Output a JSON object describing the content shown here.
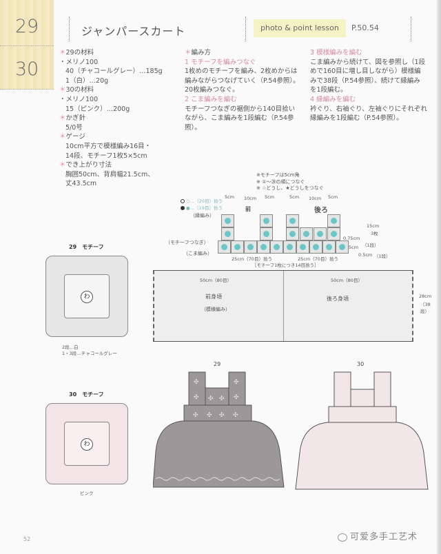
{
  "gutter": {
    "numbers": [
      "29",
      "30"
    ]
  },
  "header": {
    "title": "ジャンパースカート",
    "lesson_label": "photo & point lesson",
    "page_ref": "P.50.54"
  },
  "materials": {
    "m29_head": "29の材料",
    "m29_yarn": "メリノ100",
    "m29_line1": "40（チャコールグレー）…185g",
    "m29_line2": "1（白）…20g",
    "m30_head": "30の材料",
    "m30_yarn": "メリノ100",
    "m30_line1": "15（ピンク）…200g",
    "hook_head": "かぎ針",
    "hook_val": "5/0号",
    "gauge_head": "ゲージ",
    "gauge_line1": "10cm平方で模様編み16目・",
    "gauge_line2": "14段、モチーフ1枚5×5cm",
    "size_head": "でき上がり寸法",
    "size_line1": "胸囲50cm、背肩幅21.5cm、",
    "size_line2": "丈43.5cm"
  },
  "method": {
    "head": "編み方",
    "s1_title": "1 モチーフを編みつなぐ",
    "s1_l1": "1枚めのモチーフを編み、2枚めからは",
    "s1_l2": "編みながらつなげていく（P.54参照）。",
    "s1_l3": "20枚編みつなぐ。",
    "s2_title": "2 こま編みを編む",
    "s2_l1": "モチーフつなぎの裾側から140目拾い",
    "s2_l2": "ながら、こま編みを1段編む（P.54参",
    "s2_l3": "照）。",
    "s3_title": "3 模様編みを編む",
    "s3_l1": "こま編みから続けて、図を参照し（1段",
    "s3_l2": "めで160目に増し目しながら）模様編",
    "s3_l3": "みで38段（P.54参照）、続けて縁編み",
    "s3_l4": "を1段編む。",
    "s4_title": "4 縁編みを編む",
    "s4_l1": "衿ぐり、右袖ぐり、左袖ぐりにそれぞれ",
    "s4_l2": "縁編みを1段編む（P.54参照）。"
  },
  "diagram": {
    "note1": "※モチーフは5cm角",
    "note2": "※ ①〜⑳の順につなぐ",
    "note3": "※ ☆どうし、★どうしをつなぐ",
    "legend_open": "○…（20目）拾う",
    "legend_filled": "●…（19目）拾う",
    "label_edge": "（縁編み）",
    "label_join": "（モチーフつなぎ）",
    "label_sc": "（こま編み）",
    "front": "前",
    "back": "後ろ",
    "top_dims": [
      "5cm",
      "10cm",
      "5cm",
      "5cm",
      "10cm",
      "5cm"
    ],
    "bottom_dim_left": "25cm（70目）拾う",
    "bottom_dim_right": "25cm（70目）拾う",
    "bottom_note": "［モチーフ1枚につき14目拾う］",
    "right_15": "15cm",
    "right_3": "3枚",
    "right_075": "0.75cm",
    "right_1a": "（1段）",
    "right_5": "5cm",
    "right_05": "0.5cm",
    "right_1b": "（1段）",
    "body_w_left": "50cm（80目）",
    "body_w_right": "50cm（80目）",
    "front_body": "前身頃",
    "pattern": "（模様編み）",
    "back_body": "後ろ身頃",
    "height": "28cm",
    "height_rows": "（38段）"
  },
  "motif29": {
    "title": "29　モチーフ",
    "ring": "わ",
    "note1": "2段…白",
    "note2": "1・3段…チャコールグレー"
  },
  "motif30": {
    "title": "30　モチーフ",
    "ring": "わ",
    "note1": "ピンク"
  },
  "dress29": {
    "label": "29",
    "color": "#9c9899"
  },
  "dress30": {
    "label": "30",
    "color": "#f2e6e8"
  },
  "footer": {
    "page_number": "52",
    "watermark": "可爱多手工艺术"
  }
}
